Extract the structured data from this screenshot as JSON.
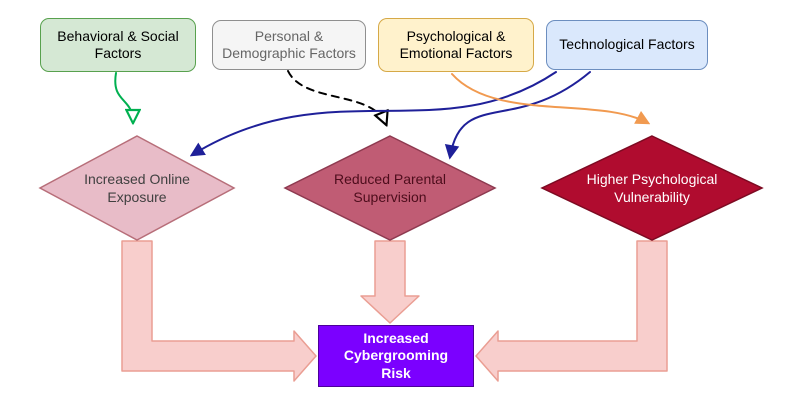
{
  "diagram": {
    "background": "#ffffff",
    "factors": [
      {
        "id": "behavioral-social",
        "label": "Behavioral & Social Factors",
        "fill": "#d5e8d4",
        "border": "#58a14e",
        "text_color": "#000000"
      },
      {
        "id": "personal-demographic",
        "label": "Personal & Demographic Factors",
        "fill": "#f5f5f5",
        "border": "#8f8f8f",
        "text_color": "#666666"
      },
      {
        "id": "psychological-emotional",
        "label": "Psychological & Emotional Factors",
        "fill": "#fff2cc",
        "border": "#d6a947",
        "text_color": "#000000"
      },
      {
        "id": "technological",
        "label": "Technological Factors",
        "fill": "#dae8fc",
        "border": "#6c8ebf",
        "text_color": "#000000"
      }
    ],
    "outcomes": [
      {
        "id": "increased-online-exposure",
        "label": "Increased Online Exposure",
        "fill": "#e8bcc8",
        "border": "#b76e79",
        "text_color": "#404040"
      },
      {
        "id": "reduced-parental-supervision",
        "label": "Reduced Parental Supervision",
        "fill": "#c05c74",
        "border": "#8e3a50",
        "text_color": "#4d0d1c"
      },
      {
        "id": "higher-psychological-vulnerability",
        "label": "Higher Psychological Vulnerability",
        "fill": "#b00c2f",
        "border": "#7d0a22",
        "text_color": "#ffffff"
      }
    ],
    "result": {
      "id": "increased-cybergrooming-risk",
      "label": "Increased Cybergrooming Risk",
      "fill": "#7b00ff",
      "border": "#4c0099",
      "text_color": "#ffffff"
    },
    "edges": [
      {
        "from": "Behavioral & Social Factors",
        "to": "Increased Online Exposure",
        "color": "#00b050",
        "style": "solid"
      },
      {
        "from": "Personal & Demographic Factors",
        "to": "Reduced Parental Supervision",
        "color": "#000000",
        "style": "dashed"
      },
      {
        "from": "Technological Factors",
        "to": "Increased Online Exposure",
        "color": "#1f2099",
        "style": "solid"
      },
      {
        "from": "Technological Factors",
        "to": "Reduced Parental Supervision",
        "color": "#1f2099",
        "style": "solid"
      },
      {
        "from": "Psychological & Emotional Factors",
        "to": "Higher Psychological Vulnerability",
        "color": "#f19a50",
        "style": "solid"
      }
    ],
    "block_arrows": {
      "fill": "#f8cecc",
      "border": "#ea9e93"
    }
  }
}
